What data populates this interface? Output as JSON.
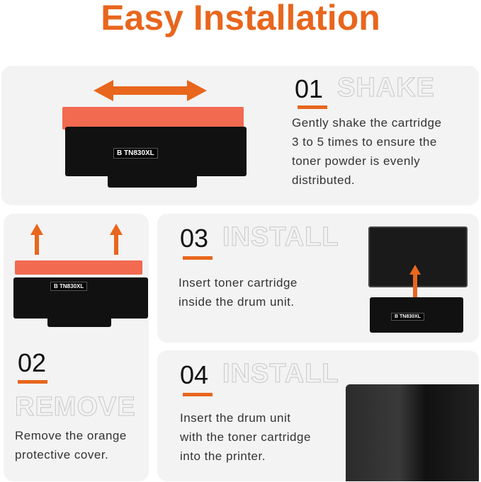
{
  "title": "Easy Installation",
  "steps": [
    {
      "num": "01",
      "word": "SHAKE",
      "desc": [
        "Gently shake the cartridge",
        "3 to 5 times to ensure the",
        "toner powder is evenly",
        "distributed."
      ]
    },
    {
      "num": "02",
      "word": "REMOVE",
      "desc": [
        "Remove the orange",
        "protective cover."
      ]
    },
    {
      "num": "03",
      "word": "INSTALL",
      "desc": [
        "Insert toner cartridge",
        "inside the drum unit."
      ]
    },
    {
      "num": "04",
      "word": "INSTALL",
      "desc": [
        "Insert the drum unit",
        "with the toner cartridge",
        "into the printer."
      ]
    }
  ],
  "product_label": "TN830XL",
  "colors": {
    "accent": "#e8661d",
    "panel": "#f3f3f3",
    "cover": "#f26a50"
  }
}
